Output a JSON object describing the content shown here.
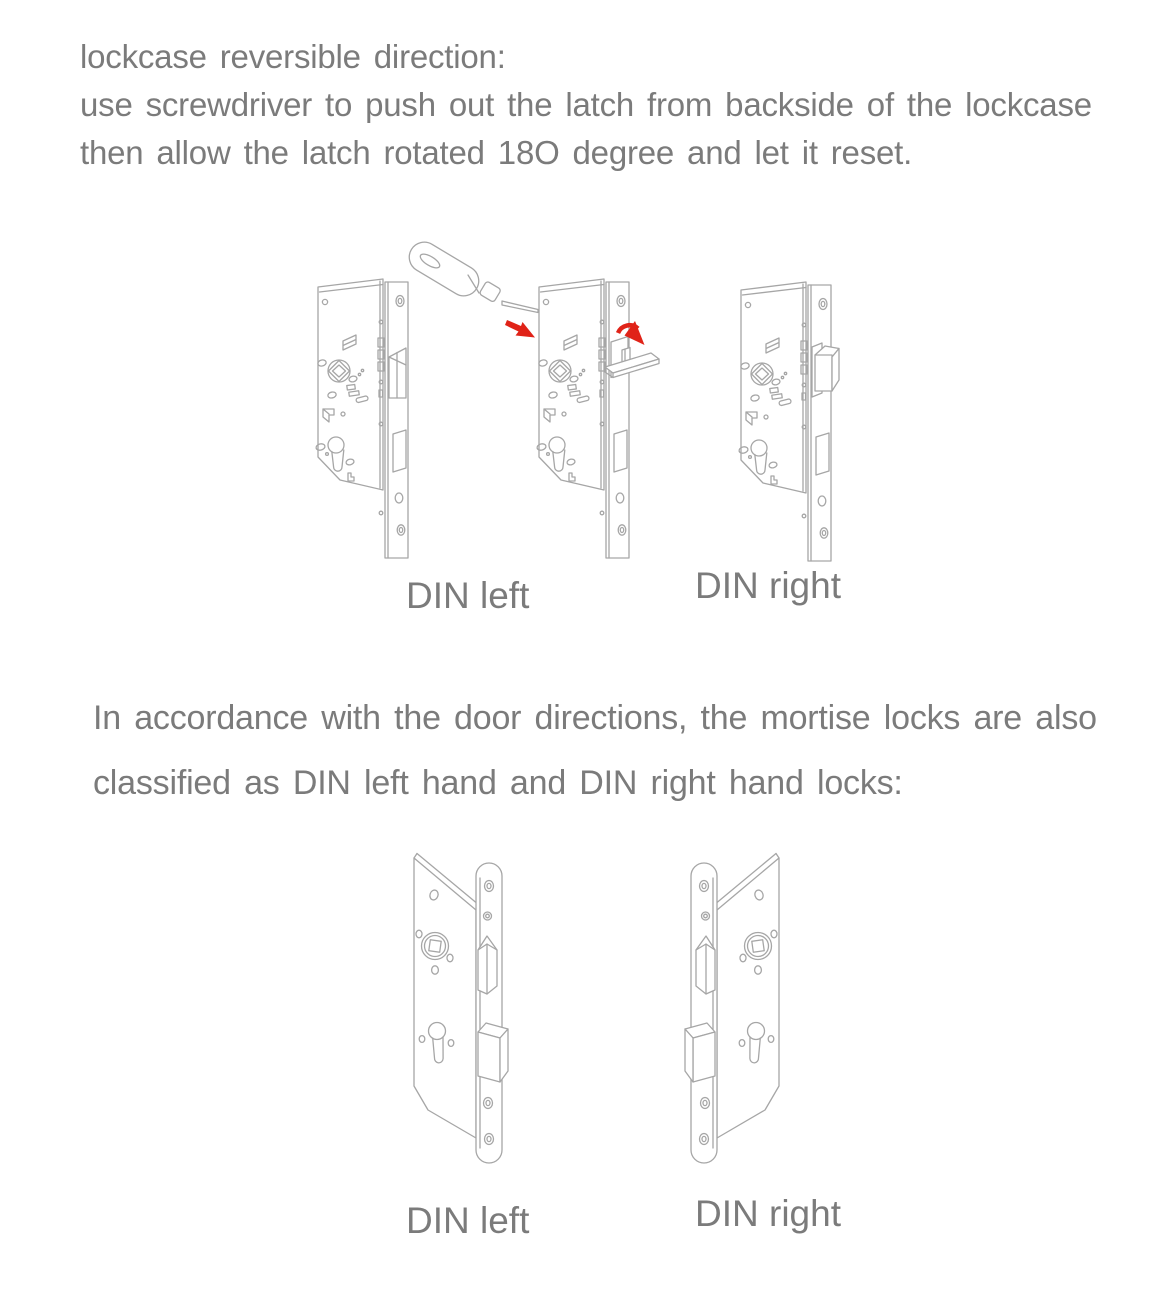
{
  "colors": {
    "background": "#ffffff",
    "text": "#7b7b7b",
    "line": "#a6a6a6",
    "accent_red": "#e02318"
  },
  "intro": {
    "lines": [
      "lockcase reversible direction:",
      "use screwdriver to push out the latch from backside of the lockcase",
      "then allow the latch rotated 18O degree and let it reset."
    ]
  },
  "middle_paragraph": {
    "lines": [
      "In accordance with the door directions, the mortise locks are also",
      "classified as DIN left hand and DIN right hand locks:"
    ]
  },
  "figure_reversal": {
    "description_icons": [
      "mortise-lock-back-latch-left-icon",
      "mortise-lock-back-latch-flipped-icon",
      "mortise-lock-back-latch-right-icon",
      "screwdriver-icon",
      "push-arrow-icon",
      "rotation-arrow-icon"
    ],
    "label_left": "DIN left",
    "label_right": "DIN right"
  },
  "figure_handedness": {
    "description_icons": [
      "mortise-lock-front-din-left-icon",
      "mortise-lock-front-din-right-icon"
    ],
    "label_left": "DIN left",
    "label_right": "DIN right"
  }
}
